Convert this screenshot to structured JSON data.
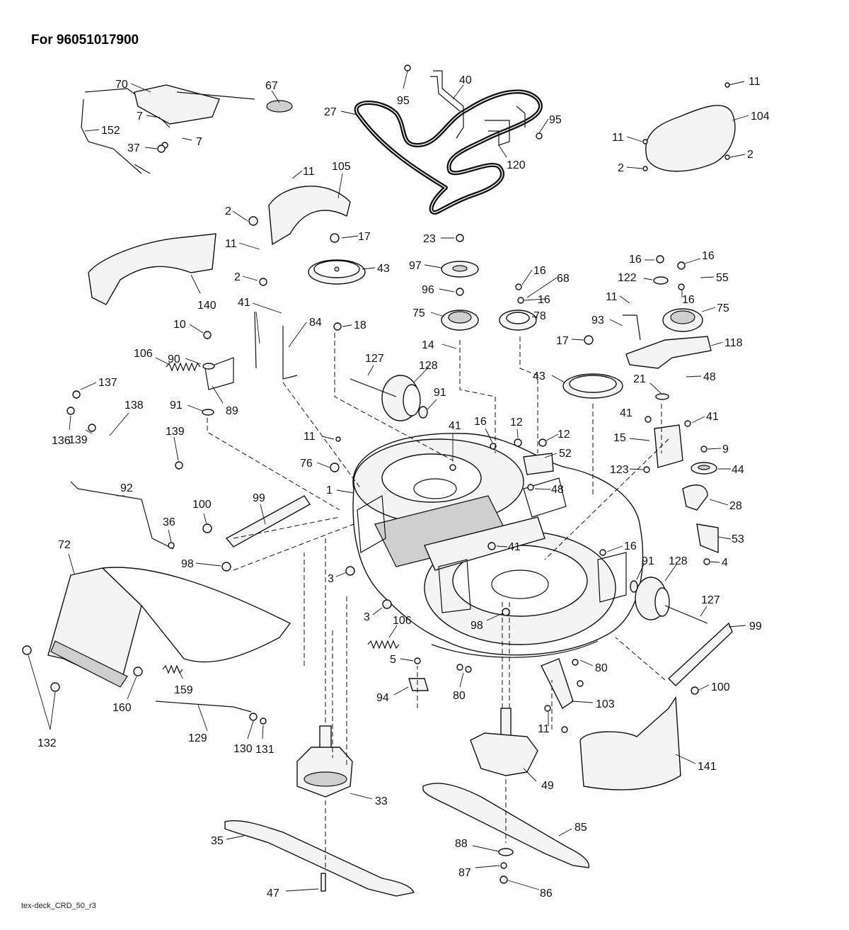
{
  "title": "For 96051017900",
  "footer": "tex-deck_CRD_50_r3",
  "callouts": [
    {
      "id": "c70a",
      "text": "70"
    },
    {
      "id": "c67",
      "text": "67"
    },
    {
      "id": "c7a",
      "text": "7"
    },
    {
      "id": "c7b",
      "text": "7"
    },
    {
      "id": "c152",
      "text": "152"
    },
    {
      "id": "c37",
      "text": "37"
    },
    {
      "id": "c95a",
      "text": "95"
    },
    {
      "id": "c40",
      "text": "40"
    },
    {
      "id": "c27",
      "text": "27"
    },
    {
      "id": "c95b",
      "text": "95"
    },
    {
      "id": "c120",
      "text": "120"
    },
    {
      "id": "c11a",
      "text": "11"
    },
    {
      "id": "c104",
      "text": "104"
    },
    {
      "id": "c11b",
      "text": "11"
    },
    {
      "id": "c2a",
      "text": "2"
    },
    {
      "id": "c2b",
      "text": "2"
    },
    {
      "id": "c11c",
      "text": "11"
    },
    {
      "id": "c105",
      "text": "105"
    },
    {
      "id": "c2c",
      "text": "2"
    },
    {
      "id": "c17a",
      "text": "17"
    },
    {
      "id": "c11d",
      "text": "11"
    },
    {
      "id": "c2d",
      "text": "2"
    },
    {
      "id": "c43a",
      "text": "43"
    },
    {
      "id": "c23",
      "text": "23"
    },
    {
      "id": "c97",
      "text": "97"
    },
    {
      "id": "c16a",
      "text": "16"
    },
    {
      "id": "c68",
      "text": "68"
    },
    {
      "id": "c16b",
      "text": "16"
    },
    {
      "id": "c16c",
      "text": "16"
    },
    {
      "id": "c122",
      "text": "122"
    },
    {
      "id": "c55",
      "text": "55"
    },
    {
      "id": "c140",
      "text": "140"
    },
    {
      "id": "c41a",
      "text": "41"
    },
    {
      "id": "c84",
      "text": "84"
    },
    {
      "id": "c18",
      "text": "18"
    },
    {
      "id": "c96",
      "text": "96"
    },
    {
      "id": "c75a",
      "text": "75"
    },
    {
      "id": "c78",
      "text": "78"
    },
    {
      "id": "c16d",
      "text": "16"
    },
    {
      "id": "c11e",
      "text": "11"
    },
    {
      "id": "c16e",
      "text": "16"
    },
    {
      "id": "c75b",
      "text": "75"
    },
    {
      "id": "c10",
      "text": "10"
    },
    {
      "id": "c93",
      "text": "93"
    },
    {
      "id": "c17b",
      "text": "17"
    },
    {
      "id": "c14",
      "text": "14"
    },
    {
      "id": "c118",
      "text": "118"
    },
    {
      "id": "c106a",
      "text": "106"
    },
    {
      "id": "c90",
      "text": "90"
    },
    {
      "id": "c127a",
      "text": "127"
    },
    {
      "id": "c128a",
      "text": "128"
    },
    {
      "id": "c43b",
      "text": "43"
    },
    {
      "id": "c48a",
      "text": "48"
    },
    {
      "id": "c137",
      "text": "137"
    },
    {
      "id": "c89",
      "text": "89"
    },
    {
      "id": "c21",
      "text": "21"
    },
    {
      "id": "c138",
      "text": "138"
    },
    {
      "id": "c91a",
      "text": "91"
    },
    {
      "id": "c91b",
      "text": "91"
    },
    {
      "id": "c41b",
      "text": "41"
    },
    {
      "id": "c41c",
      "text": "41"
    },
    {
      "id": "c136",
      "text": "136"
    },
    {
      "id": "c139a",
      "text": "139"
    },
    {
      "id": "c139b",
      "text": "139"
    },
    {
      "id": "c11f",
      "text": "11"
    },
    {
      "id": "c41d",
      "text": "41"
    },
    {
      "id": "c16f",
      "text": "16"
    },
    {
      "id": "c12a",
      "text": "12"
    },
    {
      "id": "c12b",
      "text": "12"
    },
    {
      "id": "c15",
      "text": "15"
    },
    {
      "id": "c52",
      "text": "52"
    },
    {
      "id": "c9",
      "text": "9"
    },
    {
      "id": "c76",
      "text": "76"
    },
    {
      "id": "c123",
      "text": "123"
    },
    {
      "id": "c44",
      "text": "44"
    },
    {
      "id": "c92",
      "text": "92"
    },
    {
      "id": "c1",
      "text": "1"
    },
    {
      "id": "c48b",
      "text": "48"
    },
    {
      "id": "c28",
      "text": "28"
    },
    {
      "id": "c99a",
      "text": "99"
    },
    {
      "id": "c100a",
      "text": "100"
    },
    {
      "id": "c36",
      "text": "36"
    },
    {
      "id": "c53",
      "text": "53"
    },
    {
      "id": "c72",
      "text": "72"
    },
    {
      "id": "c41e",
      "text": "41"
    },
    {
      "id": "c16g",
      "text": "16"
    },
    {
      "id": "c98a",
      "text": "98"
    },
    {
      "id": "c4",
      "text": "4"
    },
    {
      "id": "c91c",
      "text": "91"
    },
    {
      "id": "c128b",
      "text": "128"
    },
    {
      "id": "c3a",
      "text": "3"
    },
    {
      "id": "c127b",
      "text": "127"
    },
    {
      "id": "c3b",
      "text": "3"
    },
    {
      "id": "c106b",
      "text": "106"
    },
    {
      "id": "c98b",
      "text": "98"
    },
    {
      "id": "c99b",
      "text": "99"
    },
    {
      "id": "c5",
      "text": "5"
    },
    {
      "id": "c80a",
      "text": "80"
    },
    {
      "id": "c80b",
      "text": "80"
    },
    {
      "id": "c94",
      "text": "94"
    },
    {
      "id": "c100b",
      "text": "100"
    },
    {
      "id": "c159",
      "text": "159"
    },
    {
      "id": "c160",
      "text": "160"
    },
    {
      "id": "c103",
      "text": "103"
    },
    {
      "id": "c11g",
      "text": "11"
    },
    {
      "id": "c129",
      "text": "129"
    },
    {
      "id": "c130",
      "text": "130"
    },
    {
      "id": "c131",
      "text": "131"
    },
    {
      "id": "c132",
      "text": "132"
    },
    {
      "id": "c141",
      "text": "141"
    },
    {
      "id": "c49",
      "text": "49"
    },
    {
      "id": "c33",
      "text": "33"
    },
    {
      "id": "c85",
      "text": "85"
    },
    {
      "id": "c35",
      "text": "35"
    },
    {
      "id": "c88",
      "text": "88"
    },
    {
      "id": "c87",
      "text": "87"
    },
    {
      "id": "c47",
      "text": "47"
    },
    {
      "id": "c86",
      "text": "86"
    }
  ]
}
